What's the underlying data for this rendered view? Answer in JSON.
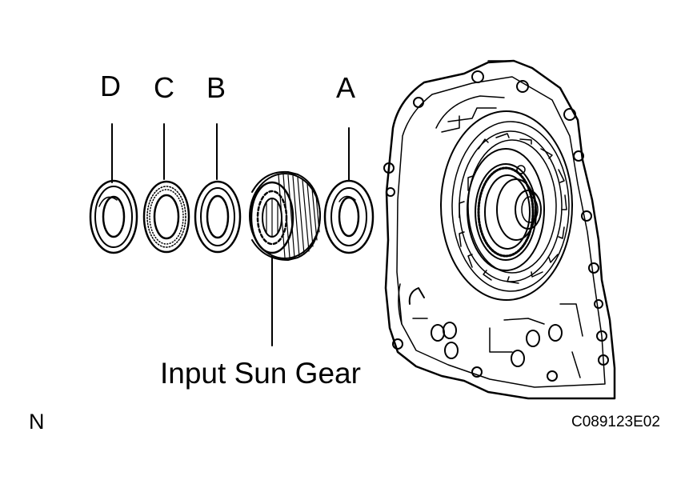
{
  "labels": {
    "d": "D",
    "c": "C",
    "b": "B",
    "a": "A",
    "input_sun_gear": "Input Sun Gear",
    "view_marker": "N",
    "figure_code": "C089123E02"
  },
  "colors": {
    "line": "#000000",
    "background": "#ffffff"
  }
}
